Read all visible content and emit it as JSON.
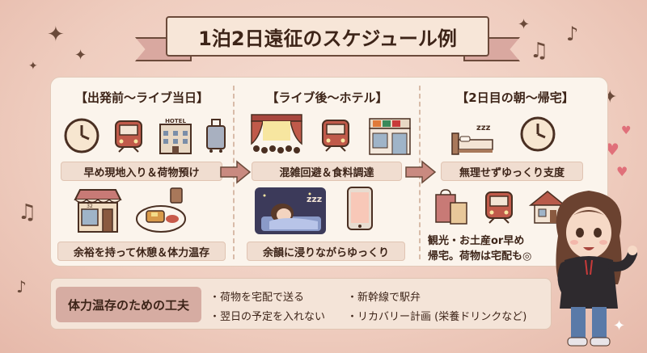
{
  "title": "1泊2日遠征のスケジュール例",
  "columns": [
    {
      "title": "【出発前～ライブ当日】",
      "label1": "早め現地入り＆荷物預け",
      "label2": "余裕を持って休憩＆体力温存",
      "icons": [
        "clock-icon",
        "train-icon",
        "hotel-icon",
        "suitcase-icon",
        "cafe-icon",
        "breakfast-icon"
      ]
    },
    {
      "title": "【ライブ後～ホテル】",
      "label1": "混雑回避＆食料調達",
      "label2": "余韻に浸りながらゆっくり",
      "icons": [
        "theater-icon",
        "train-icon",
        "convenience-store-icon",
        "sleeping-girl-icon",
        "smartphone-icon"
      ]
    },
    {
      "title": "【2日目の朝～帰宅】",
      "label1": "無理せずゆっくり支度",
      "label2_line1": "観光・お土産or早め",
      "label2_line2": "帰宅。荷物は宅配も◎",
      "icons": [
        "bed-icon",
        "clock-icon",
        "shopping-bags-icon",
        "train-icon",
        "house-icon"
      ]
    }
  ],
  "hotel_sign": "HOTEL",
  "sleep_text": "zzz",
  "cafe_number": "32",
  "tips": {
    "heading": "体力温存のための工夫",
    "items": [
      "・荷物を宅配で送る",
      "・新幹線で駅弁",
      "・翌日の予定を入れない",
      "・リカバリー計画 (栄養ドリンクなど)"
    ]
  },
  "colors": {
    "background": "#efcdbf",
    "panel": "#fbf4ec",
    "accent": "#d6aca2",
    "heart": "#e0707a"
  }
}
